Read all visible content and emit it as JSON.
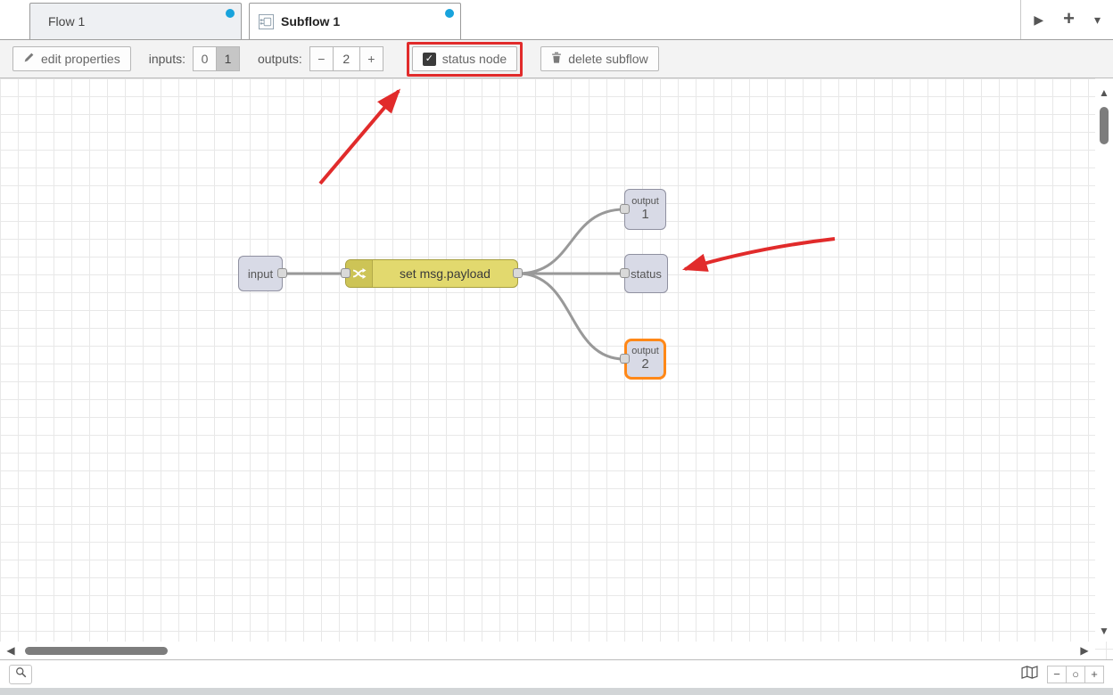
{
  "tabs": {
    "flow1": {
      "label": "Flow 1"
    },
    "subflow1": {
      "label": "Subflow 1"
    }
  },
  "toolbar": {
    "edit_properties_label": "edit properties",
    "inputs_label": "inputs:",
    "inputs_options": [
      "0",
      "1"
    ],
    "inputs_selected": "1",
    "outputs_label": "outputs:",
    "outputs_value": "2",
    "status_node_label": "status node",
    "status_node_checked": true,
    "delete_subflow_label": "delete subflow"
  },
  "canvas": {
    "nodes": {
      "input": {
        "label": "input"
      },
      "change": {
        "label": "set msg.payload"
      },
      "output1": {
        "label": "output",
        "number": "1"
      },
      "status": {
        "label": "status"
      },
      "output2": {
        "label": "output",
        "number": "2"
      }
    }
  },
  "icons": {
    "scroll_right": "▶",
    "add_flow": "+",
    "tab_menu": "▾",
    "check": "✓",
    "minus": "−",
    "plus": "+",
    "circle": "○",
    "up": "▲",
    "down": "▼",
    "left": "◀",
    "right": "▶"
  },
  "colors": {
    "annotation_red": "#e12b2b",
    "change_node_fill": "#e2d96e",
    "port_node_fill": "#d8dae6",
    "selected_border": "#ff8818",
    "unsaved_dot": "#18a3dc",
    "wire": "#999999",
    "toolbar_bg": "#f3f3f3"
  }
}
